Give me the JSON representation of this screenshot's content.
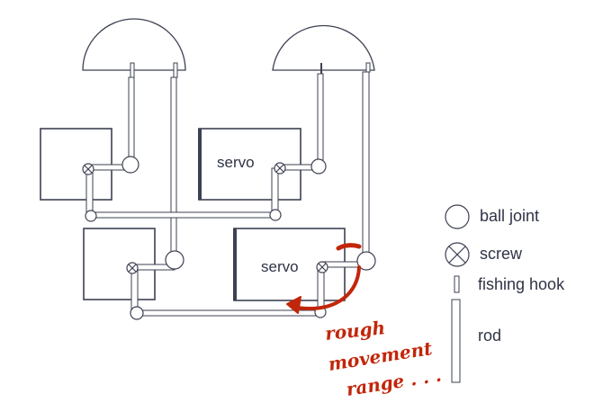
{
  "servo_labels": {
    "top": "servo",
    "bottom": "servo"
  },
  "legend": {
    "ball_joint": "ball joint",
    "screw": "screw",
    "fishing_hook": "fishing hook",
    "rod": "rod"
  },
  "annotation": {
    "line1": "rough",
    "line2": "movement",
    "line3": "range . . ."
  },
  "colors": {
    "ink": "#3d4152",
    "annotation": "#c2260a"
  }
}
